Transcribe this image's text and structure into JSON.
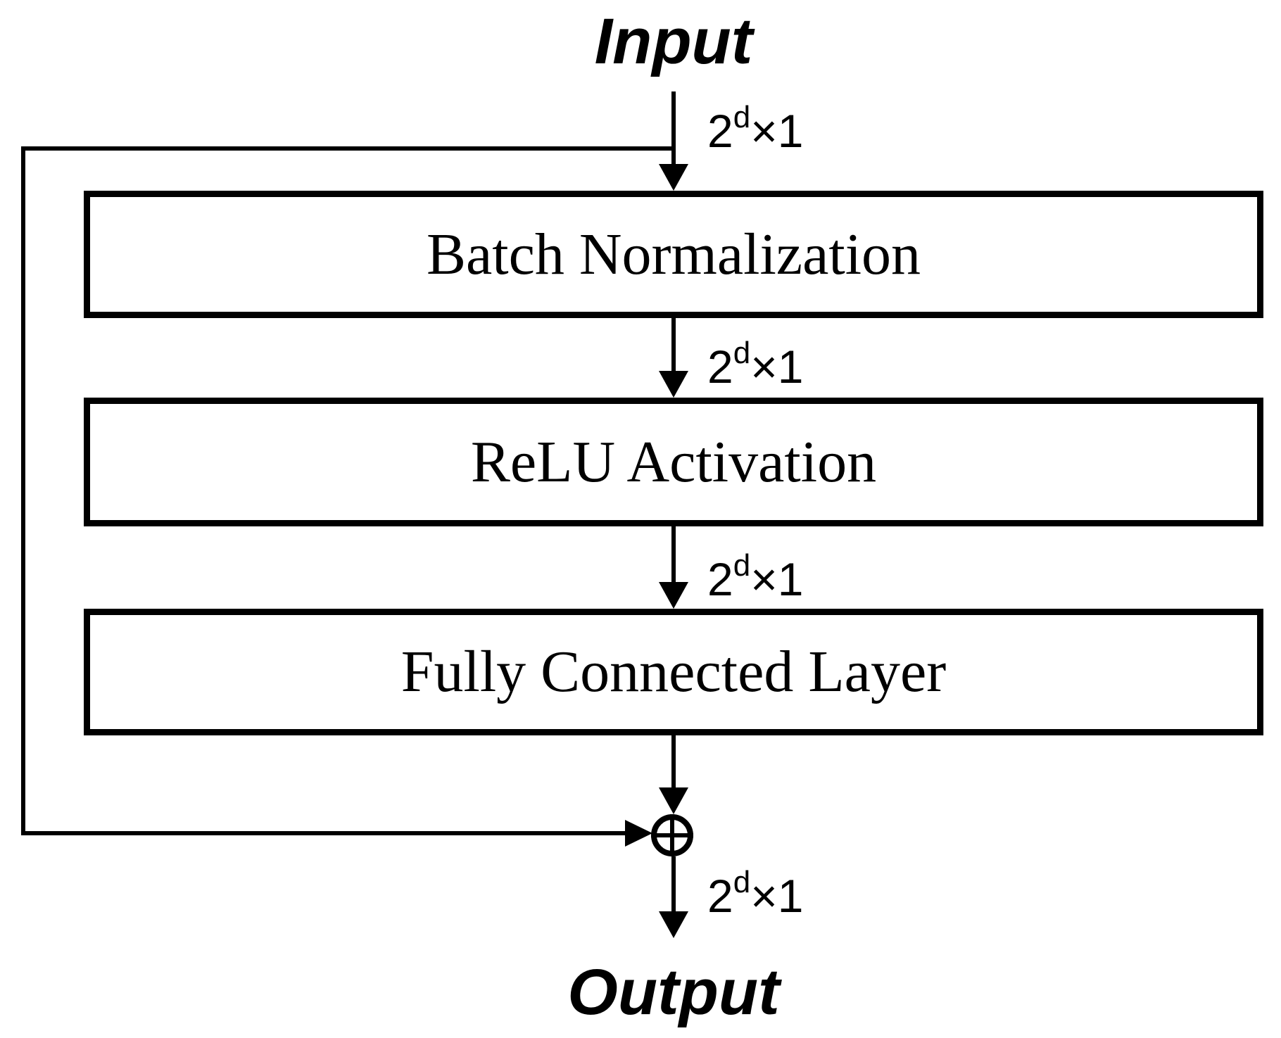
{
  "figure": {
    "title": "Residual fully-connected block diagram",
    "colors": {
      "ink": "#000000",
      "background": "#ffffff"
    },
    "input_label": "Input",
    "output_label": "Output",
    "dim_label": {
      "base": "2",
      "sup": "d",
      "rest": "×1"
    },
    "blocks": [
      {
        "label": "Batch Normalization"
      },
      {
        "label": "ReLU Activation"
      },
      {
        "label": "Fully Connected Layer"
      }
    ],
    "sum_node": {
      "symbol": "circled-plus",
      "meaning": "element-wise addition"
    }
  }
}
